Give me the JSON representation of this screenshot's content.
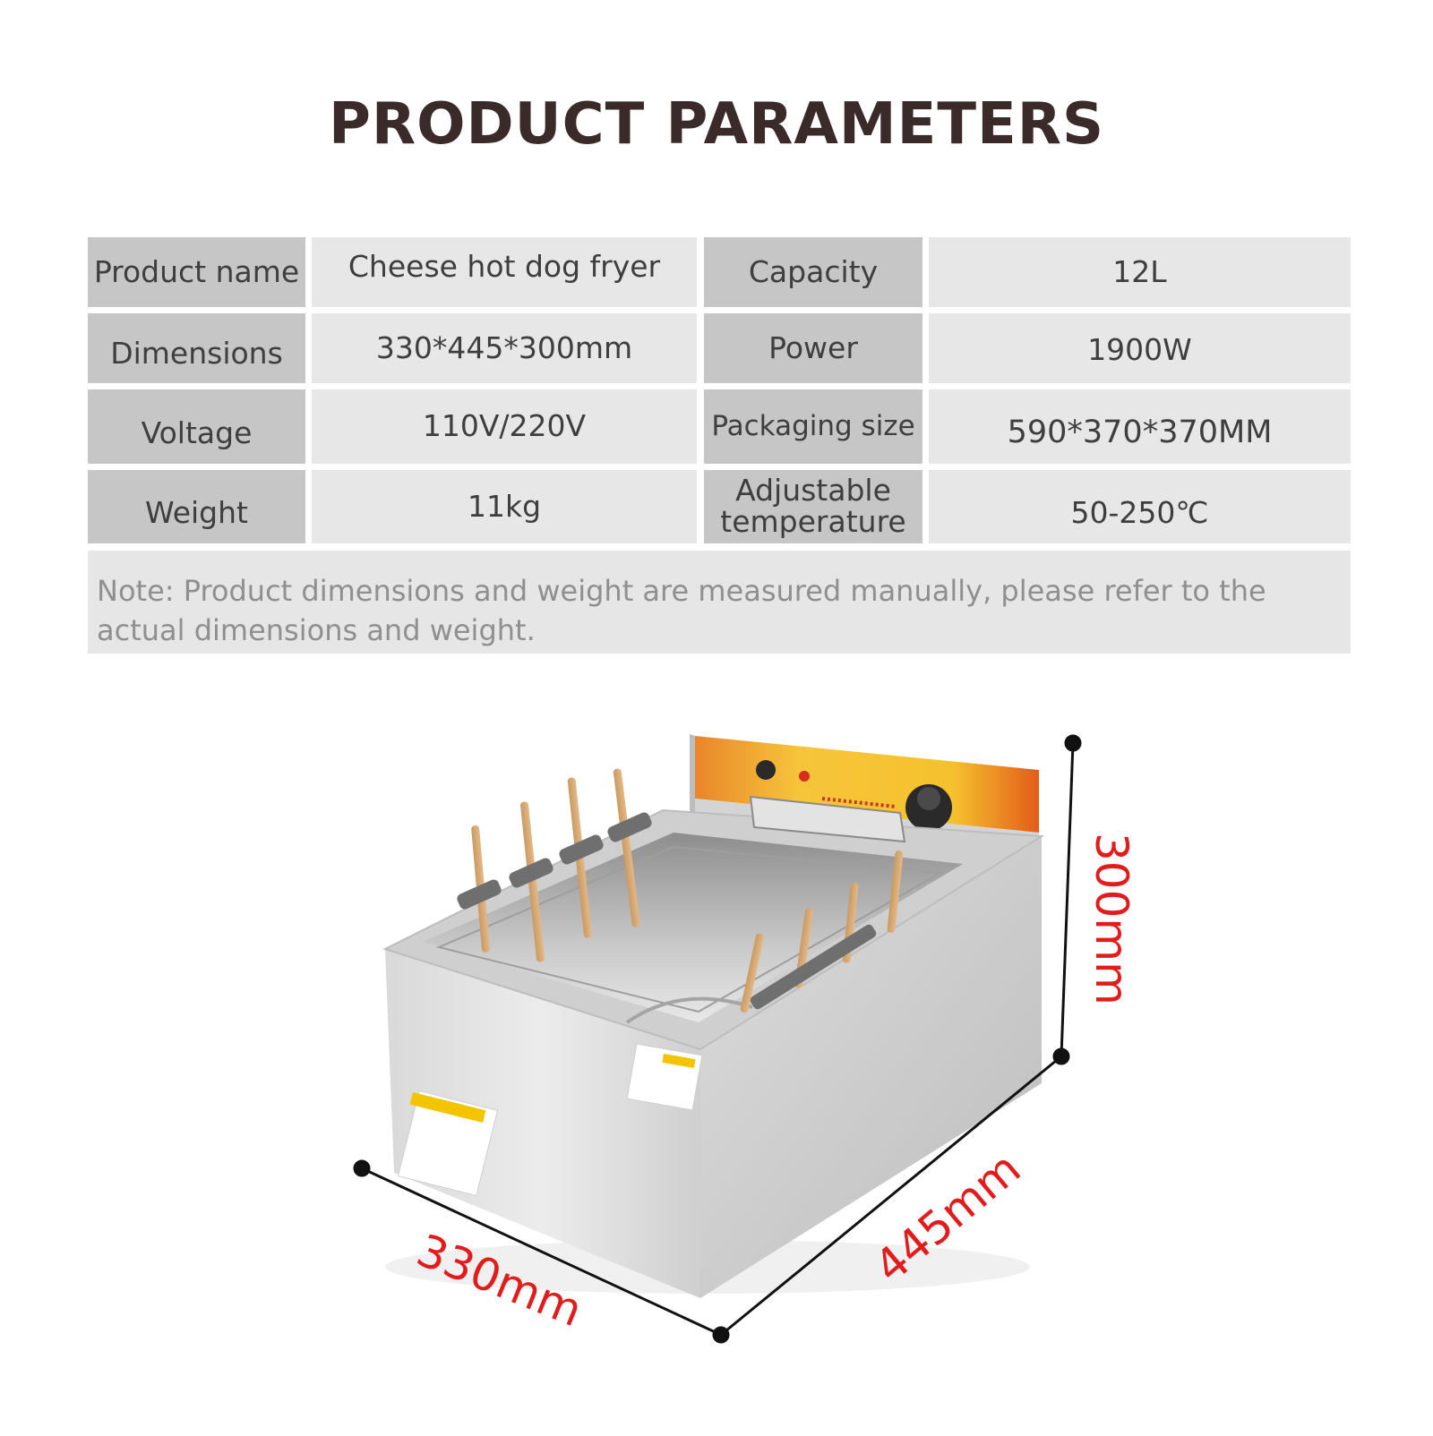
{
  "title": "PRODUCT PARAMETERS",
  "params": {
    "product_name": {
      "label": "Product name",
      "value": "Cheese hot dog fryer"
    },
    "capacity": {
      "label": "Capacity",
      "value": "12L"
    },
    "dimensions": {
      "label": "Dimensions",
      "value": "330*445*300mm"
    },
    "power": {
      "label": "Power",
      "value": "1900W"
    },
    "voltage": {
      "label": "Voltage",
      "value": "110V/220V"
    },
    "packaging_size": {
      "label": "Packaging size",
      "value": "590*370*370MM"
    },
    "weight": {
      "label": "Weight",
      "value": "11kg"
    },
    "temperature": {
      "label_line1": "Adjustable",
      "label_line2": "temperature",
      "value": "50-250℃"
    }
  },
  "note": {
    "line1": "Note: Product dimensions and weight are measured manually, please refer to the",
    "line2": "actual dimensions and weight."
  },
  "measurements": {
    "width": "330mm",
    "depth": "445mm",
    "height": "300mm"
  },
  "colors": {
    "title": "#3a2a2a",
    "label_cell": "#c6c6c6",
    "value_cell": "#e7e7e7",
    "dimension_text": "#e21c1c",
    "control_panel": "#f2c12e"
  }
}
